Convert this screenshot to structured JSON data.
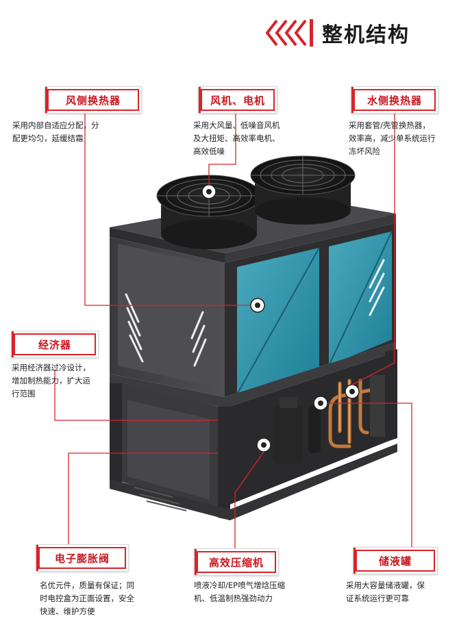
{
  "page": {
    "title": "整机结构",
    "accent_color": "#d8232a",
    "title_icon": "chevron-arrows-icon"
  },
  "callouts": {
    "air_side": {
      "label": "风侧换热器",
      "desc": [
        "采用内部自适应分配，分",
        "配更均匀，延缓结霜"
      ]
    },
    "fan_motor": {
      "label": "风机、电机",
      "desc": [
        "采用大风量、低噪音风机",
        "及大扭矩、高效率电机、",
        "高效低噪"
      ]
    },
    "water_side": {
      "label": "水侧换热器",
      "desc": [
        "采用套管/壳管换热器，",
        "效率高，减少单系统运行",
        "冻坏风险"
      ]
    },
    "economizer": {
      "label": "经济器",
      "desc": [
        "采用经济器过冷设计，",
        "增加制热能力，扩大运",
        "行范围"
      ]
    },
    "expansion_valve": {
      "label": "电子膨胀阀",
      "desc": [
        "名优元件，质量有保证；同",
        "时电控盒为正面设置，安全",
        "快速、维护方便"
      ]
    },
    "compressor": {
      "label": "高效压缩机",
      "desc": [
        "喷液冷却/EP喷气增焓压缩",
        "机、低温制热强劲动力"
      ]
    },
    "receiver": {
      "label": "储液罐",
      "desc": [
        "采用大容量储液罐，保",
        "证系统运行更可靠"
      ]
    }
  }
}
